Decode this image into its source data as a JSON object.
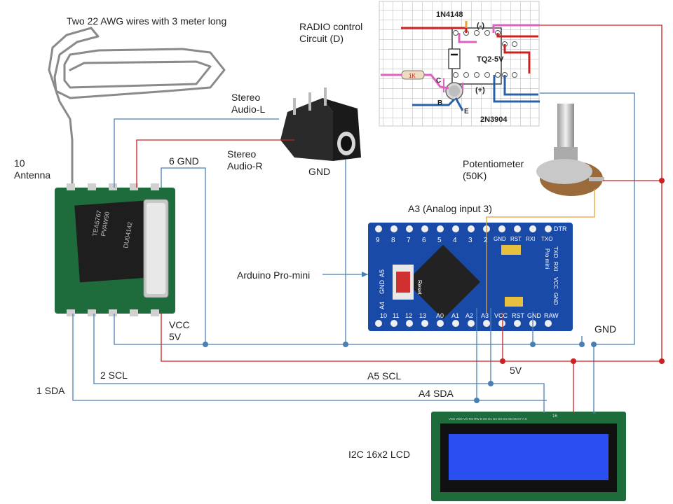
{
  "labels": {
    "antenna_wire": "Two 22 AWG wires with 3 meter long",
    "radio_ctrl_1": "RADIO control",
    "radio_ctrl_2": "Circuit (D)",
    "stereo_l_1": "Stereo",
    "stereo_l_2": "Audio-L",
    "stereo_r_1": "Stereo",
    "stereo_r_2": "Audio-R",
    "jack_gnd": "GND",
    "pin10_1": "10",
    "pin10_2": "Antenna",
    "pin6": "6 GND",
    "vcc_1": "VCC",
    "vcc_2": "5V",
    "pin2": "2 SCL",
    "pin1": "1 SDA",
    "a3": "A3 (Analog input 3)",
    "pot_1": "Potentiometer",
    "pot_2": "(50K)",
    "pro_mini": "Arduino Pro-mini",
    "gnd_right": "GND",
    "a5": "A5 SCL",
    "a4": "A4 SDA",
    "five_v": "5V",
    "lcd": "I2C 16x2 LCD"
  },
  "radio_module": {
    "chip_line1": "TEA5767",
    "chip_line2": "PVAW90",
    "chip_line3": "DU04142"
  },
  "control_circuit": {
    "diode": "1N4148",
    "relay": "TQ2-5V",
    "transistor": "2N3904",
    "resistor": "1K",
    "minus": "(-)",
    "plus": "(+)",
    "pin_c": "C",
    "pin_b": "B",
    "pin_e": "E"
  },
  "pro_mini_board": {
    "top_pins": [
      "9",
      "8",
      "7",
      "6",
      "5",
      "4",
      "3",
      "2"
    ],
    "top_right": [
      "GND",
      "RST",
      "RXI",
      "TXO"
    ],
    "dtr": "DTR",
    "bottom_pins": [
      "10",
      "11",
      "12",
      "13",
      "A0",
      "A1",
      "A2",
      "A3",
      "VCC",
      "RST",
      "GND",
      "RAW"
    ],
    "left_pins": [
      "GND",
      "A4",
      "A5"
    ],
    "side_text": [
      "TXO",
      "RXI",
      "VCC",
      "GND"
    ],
    "reset": "Reset",
    "pro_mini_text": "Pro mini"
  },
  "lcd_module": {
    "pin_row": "VSS VDD VO RS RW E D0 D1 D2 D3 D4 D5 D6 D7 A K",
    "pin16": "16"
  },
  "colors": {
    "blue_wire": "#4a7fb5",
    "red_wire": "#cc2020",
    "orange_wire": "#e8a030",
    "board_blue": "#1a4aa8",
    "pcb_green": "#1e6b3c",
    "lcd_blue": "#2a4ef0"
  }
}
